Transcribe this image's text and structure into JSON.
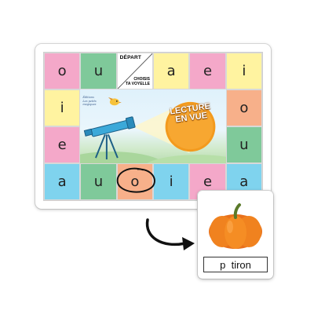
{
  "board": {
    "depart_label": "DÉPART",
    "choose_label_line1": "CHOISIS",
    "choose_label_line2": "TA VOYELLE",
    "title_line1": "LECTURE",
    "title_line2": "EN VUE",
    "brand_lines": [
      "Éditions",
      "Les petits",
      "magiques"
    ],
    "circled_letter": "o",
    "top_row": [
      {
        "letter": "o",
        "color": "#f4a8c9"
      },
      {
        "letter": "u",
        "color": "#7fc99a"
      },
      {
        "letter": "a",
        "color": "#fff3a0"
      },
      {
        "letter": "e",
        "color": "#f4a8c9"
      },
      {
        "letter": "i",
        "color": "#fff3a0"
      }
    ],
    "left_col": [
      {
        "letter": "i",
        "color": "#fff3a0"
      },
      {
        "letter": "e",
        "color": "#f4a8c9"
      }
    ],
    "right_col": [
      {
        "letter": "o",
        "color": "#f7b08a"
      },
      {
        "letter": "u",
        "color": "#7fc99a"
      }
    ],
    "bottom_row": [
      {
        "letter": "a",
        "color": "#7fd3ee"
      },
      {
        "letter": "u",
        "color": "#7fc99a"
      },
      {
        "letter": "o",
        "color": "#f7b08a"
      },
      {
        "letter": "i",
        "color": "#7fd3ee"
      },
      {
        "letter": "e",
        "color": "#f4a8c9"
      },
      {
        "letter": "a",
        "color": "#7fd3ee"
      }
    ]
  },
  "card": {
    "image": "pumpkin",
    "word": "p  tiron"
  },
  "icons": {
    "arrow": "curved-arrow-icon",
    "telescope": "telescope-icon",
    "bird": "bird-icon",
    "pumpkin": "pumpkin-icon"
  }
}
